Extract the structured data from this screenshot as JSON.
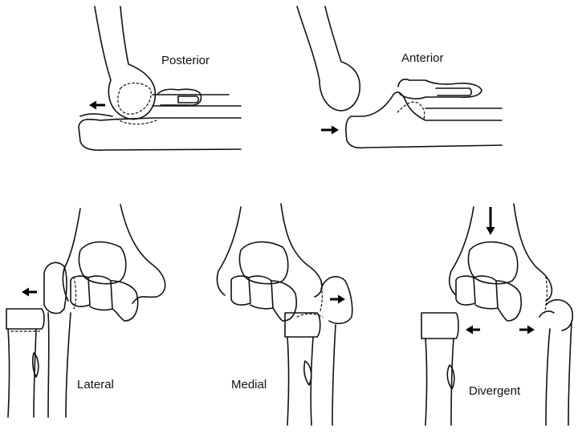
{
  "panels": {
    "posterior": {
      "label": "Posterior"
    },
    "anterior": {
      "label": "Anterior"
    },
    "lateral": {
      "label": "Lateral"
    },
    "medial": {
      "label": "Medial"
    },
    "divergent": {
      "label": "Divergent"
    }
  },
  "colors": {
    "line": "#111111",
    "background": "#ffffff"
  }
}
